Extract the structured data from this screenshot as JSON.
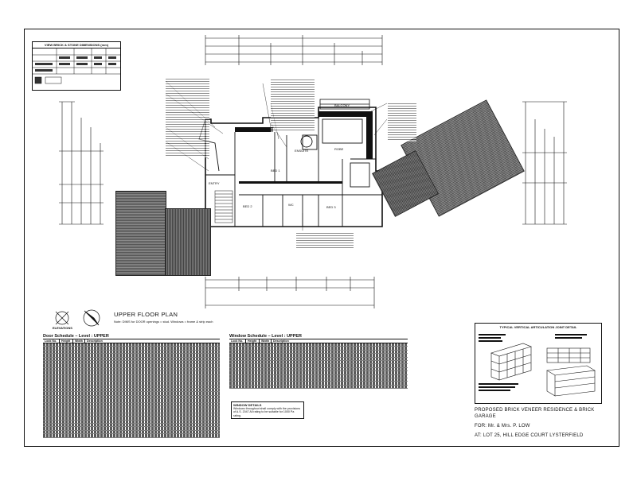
{
  "brick_table": {
    "title": "VIEW BRICK & STONE DIMENSIONS (mm)"
  },
  "plan": {
    "title": "UPPER FLOOR PLAN",
    "subtitle": "Note: DIMS for DOOR openings = stud. Windows = frame & strip each",
    "north_label": "ELEVATIONS",
    "rooms": {
      "entry": "ENTRY",
      "bed1": "BED 1",
      "bed2": "BED 2",
      "bed3": "BED 3",
      "ensuite": "ENSUITE",
      "robe": "ROBE",
      "wc": "WC",
      "balcony": "BALCONY"
    }
  },
  "door_schedule": {
    "title": "Door Schedule – Level : UPPER",
    "headers": [
      "Lock No.",
      "Height",
      "Width",
      "Description"
    ]
  },
  "window_schedule": {
    "title": "Window Schedule – Level : UPPER",
    "headers": [
      "Lock No.",
      "Height",
      "Width",
      "Description"
    ]
  },
  "window_notes": {
    "title": "WINDOW DETAILS",
    "body": "Windows throughout shall comply with the provisions of A.S. 2047 All rating to be suitable for 1000 Pa rating."
  },
  "detail": {
    "title": "TYPICAL VERTICAL ARTICULATION JOINT DETAIL"
  },
  "title_block": {
    "project": "PROPOSED BRICK VENEER RESIDENCE & BRICK GARAGE",
    "client": "FOR: Mr. & Mrs. P. LOW",
    "address": "AT: LOT 25, HILL EDGE COURT LYSTERFIELD"
  }
}
